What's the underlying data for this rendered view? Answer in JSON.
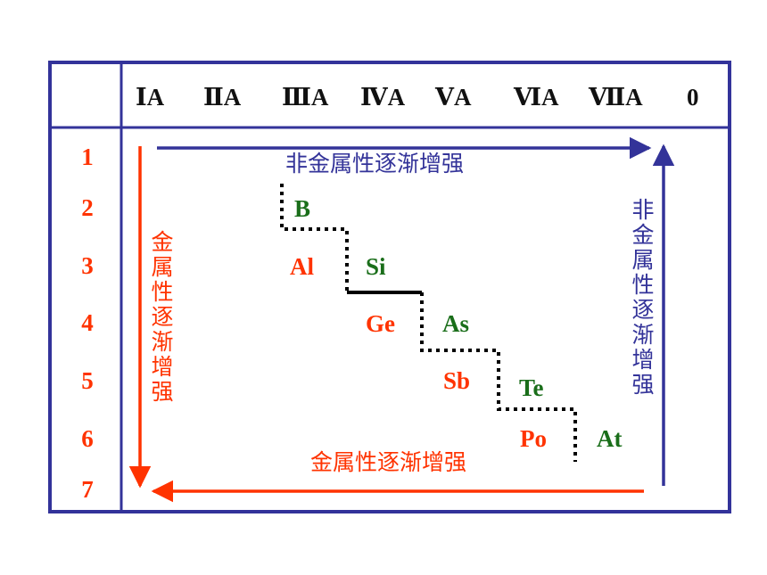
{
  "colors": {
    "border": "#33339a",
    "metal": "#ff3300",
    "nonmetal": "#1a6e1a",
    "nonmetal_arrow": "#333399"
  },
  "groups": [
    "ⅠA",
    "ⅡA",
    "ⅢA",
    "ⅣA",
    "ⅤA",
    "ⅥA",
    "ⅦA",
    "0"
  ],
  "periods": [
    "1",
    "2",
    "3",
    "4",
    "5",
    "6",
    "7"
  ],
  "elements": {
    "b": "B",
    "al": "Al",
    "si": "Si",
    "ge": "Ge",
    "as": "As",
    "sb": "Sb",
    "te": "Te",
    "po": "Po",
    "at": "At"
  },
  "labels": {
    "nonmetal_right": "非金属性逐渐增强",
    "nonmetal_up": "非金属性逐渐增强",
    "metal_down": "金属性逐渐增强",
    "metal_left": "金属性逐渐增强"
  }
}
